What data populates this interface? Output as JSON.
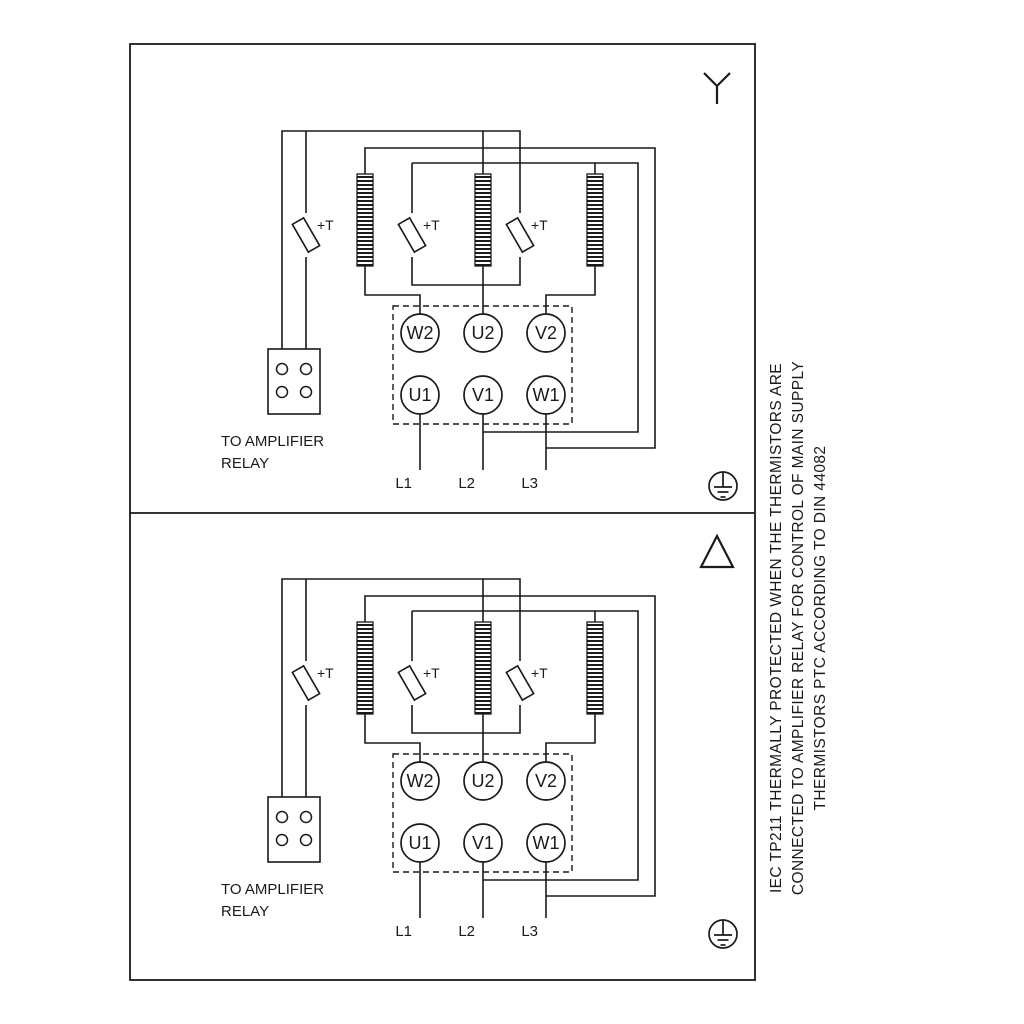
{
  "colors": {
    "ink": "#1a1a1a",
    "background": "#ffffff"
  },
  "note": {
    "line1": "IEC TP211 THERMALLY PROTECTED WHEN THE THERMISTORS ARE",
    "line2": "CONNECTED TO AMPLIFIER RELAY FOR CONTROL OF MAIN SUPPLY",
    "line3": "THERMISTORS PTC ACCORDING TO DIN 44082"
  },
  "panels": [
    {
      "connection_symbol": "star",
      "thermistor_label": "+T",
      "terminals_top": [
        "W2",
        "U2",
        "V2"
      ],
      "terminals_bottom": [
        "U1",
        "V1",
        "W1"
      ],
      "relay_caption_line1": "TO AMPLIFIER",
      "relay_caption_line2": "RELAY",
      "supply_lines": [
        "L1",
        "L2",
        "L3"
      ]
    },
    {
      "connection_symbol": "delta",
      "thermistor_label": "+T",
      "terminals_top": [
        "W2",
        "U2",
        "V2"
      ],
      "terminals_bottom": [
        "U1",
        "V1",
        "W1"
      ],
      "relay_caption_line1": "TO AMPLIFIER",
      "relay_caption_line2": "RELAY",
      "supply_lines": [
        "L1",
        "L2",
        "L3"
      ]
    }
  ]
}
